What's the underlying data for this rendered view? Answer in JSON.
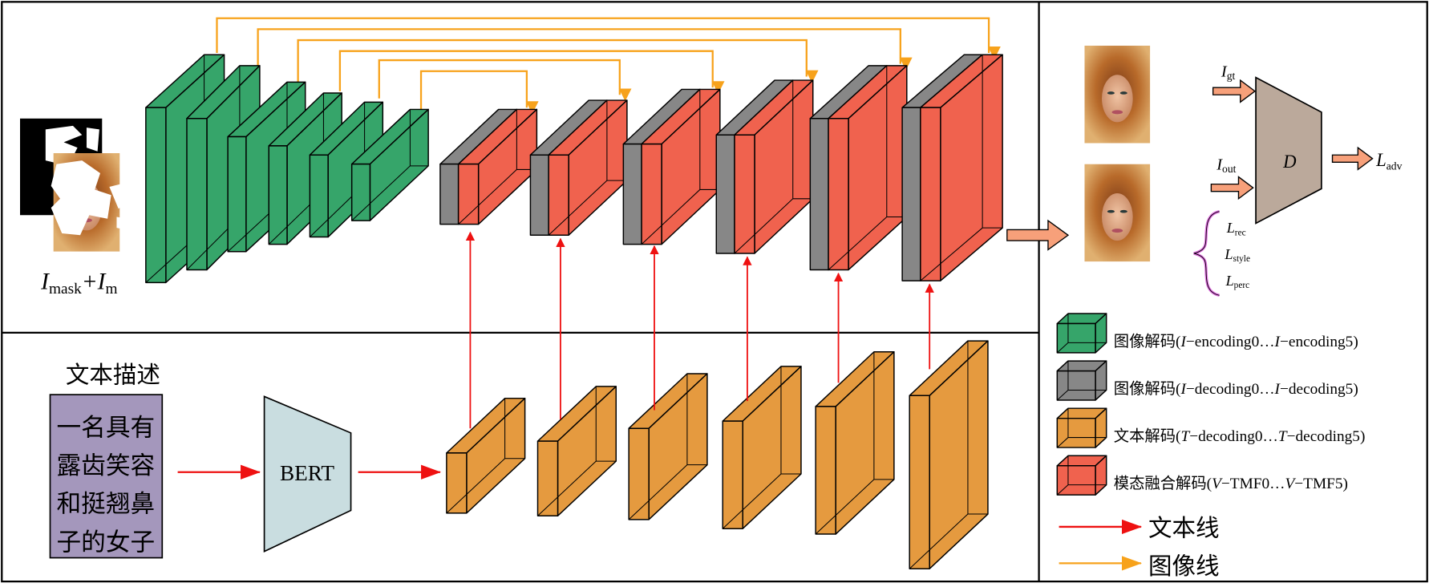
{
  "colors": {
    "encoder": "#36a56a",
    "img_decoder": "#878787",
    "text_decoder": "#e59a3f",
    "fusion": "#f0624e",
    "text_line": "#ee1111",
    "image_line": "#f7a21b",
    "text_box": "#a497bc",
    "bert": "#c9dde0",
    "discriminator": "#bba99b",
    "block_arrow": "#f7a07a",
    "brace": "#e070e0"
  },
  "input": {
    "label_main": "I",
    "label_sub1": "mask",
    "label_plus": "+I",
    "label_sub2": "m"
  },
  "text_branch": {
    "title": "文本描述",
    "description_lines": [
      "一名具有",
      "露齿笑容",
      "和挺翘鼻",
      "子的女子"
    ],
    "bert_label": "BERT"
  },
  "discriminator": {
    "label": "D",
    "gt_label": "I",
    "gt_sub": "gt",
    "out_label": "I",
    "out_sub": "out",
    "adv_label": "L",
    "adv_sub": "adv"
  },
  "losses": [
    {
      "main": "L",
      "sub": "rec"
    },
    {
      "main": "L",
      "sub": "style"
    },
    {
      "main": "L",
      "sub": "perc"
    }
  ],
  "legend": [
    {
      "cn": "图像解码",
      "open": "(",
      "v1": "I",
      "t1": "−encoding0…",
      "v2": "I",
      "t2": "−encoding5)",
      "color_key": "encoder"
    },
    {
      "cn": "图像解码",
      "open": "(",
      "v1": "I",
      "t1": "−decoding0…",
      "v2": "I",
      "t2": "−decoding5)",
      "color_key": "img_decoder"
    },
    {
      "cn": "文本解码",
      "open": "(",
      "v1": "T",
      "t1": "−decoding0…",
      "v2": "T",
      "t2": "−decoding5)",
      "color_key": "text_decoder"
    },
    {
      "cn": "模态融合解码",
      "open": "(",
      "v1": "V",
      "t1": "−TMF0…",
      "v2": "V",
      "t2": "−TMF5)",
      "color_key": "fusion"
    }
  ],
  "line_legend": {
    "text_line": "文本线",
    "image_line": "图像线"
  }
}
